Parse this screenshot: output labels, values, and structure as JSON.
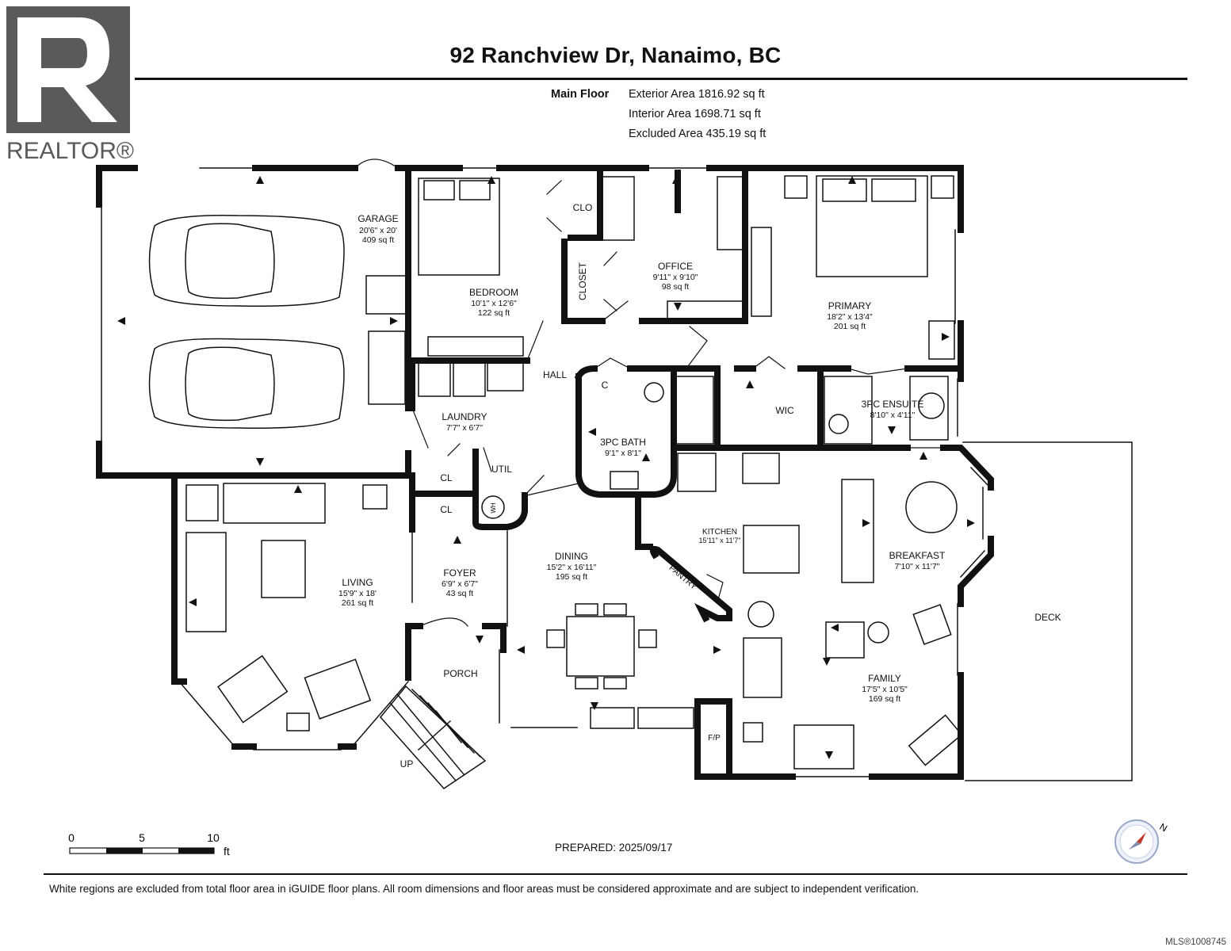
{
  "header": {
    "title": "92 Ranchview Dr, Nanaimo, BC",
    "floor_label": "Main Floor",
    "exterior_area": "Exterior Area 1816.92 sq ft",
    "interior_area": "Interior Area 1698.71 sq ft",
    "excluded_area": "Excluded Area 435.19 sq ft"
  },
  "logo": {
    "text": "REALTOR®",
    "icon": "realtor-r-logo"
  },
  "rooms": {
    "garage": {
      "name": "GARAGE",
      "dims": "20'6\" x 20'",
      "area": "409 sq ft"
    },
    "bedroom": {
      "name": "BEDROOM",
      "dims": "10'1\" x 12'6\"",
      "area": "122 sq ft"
    },
    "clo": {
      "name": "CLO"
    },
    "closet": {
      "name": "CLOSET"
    },
    "office": {
      "name": "OFFICE",
      "dims": "9'11\" x 9'10\"",
      "area": "98 sq ft"
    },
    "primary": {
      "name": "PRIMARY",
      "dims": "18'2\" x 13'4\"",
      "area": "201 sq ft"
    },
    "hall": {
      "name": "HALL"
    },
    "c": {
      "name": "C"
    },
    "wic": {
      "name": "WIC"
    },
    "ensuite": {
      "name": "3PC ENSUITE",
      "dims": "8'10\" x 4'11\""
    },
    "laundry": {
      "name": "LAUNDRY",
      "dims": "7'7\" x 6'7\""
    },
    "bath": {
      "name": "3PC BATH",
      "dims": "9'1\" x 8'1\""
    },
    "util": {
      "name": "UTIL"
    },
    "cl1": {
      "name": "CL"
    },
    "cl2": {
      "name": "CL"
    },
    "wh": {
      "name": "WH"
    },
    "kitchen": {
      "name": "KITCHEN",
      "dims": "15'11\" x 11'7\""
    },
    "pantry": {
      "name": "PANTRY"
    },
    "breakfast": {
      "name": "BREAKFAST",
      "dims": "7'10\" x 11'7\""
    },
    "living": {
      "name": "LIVING",
      "dims": "15'9\" x 18'",
      "area": "261 sq ft"
    },
    "foyer": {
      "name": "FOYER",
      "dims": "6'9\" x 6'7\"",
      "area": "43 sq ft"
    },
    "dining": {
      "name": "DINING",
      "dims": "15'2\" x 16'11\"",
      "area": "195 sq ft"
    },
    "deck": {
      "name": "DECK"
    },
    "porch": {
      "name": "PORCH"
    },
    "up": {
      "name": "UP"
    },
    "fp": {
      "name": "F/P"
    },
    "family": {
      "name": "FAMILY",
      "dims": "17'5\" x 10'5\"",
      "area": "169 sq ft"
    }
  },
  "scale": {
    "labels": [
      "0",
      "5",
      "10"
    ],
    "unit": "ft"
  },
  "compass": {
    "letter": "N",
    "icon": "compass-icon"
  },
  "prepared": "PREPARED: 2025/09/17",
  "disclaimer": "White regions are excluded from total floor area in iGUIDE floor plans. All room dimensions and floor areas must be considered approximate and are subject to independent verification.",
  "mls": "MLS®1008745"
}
